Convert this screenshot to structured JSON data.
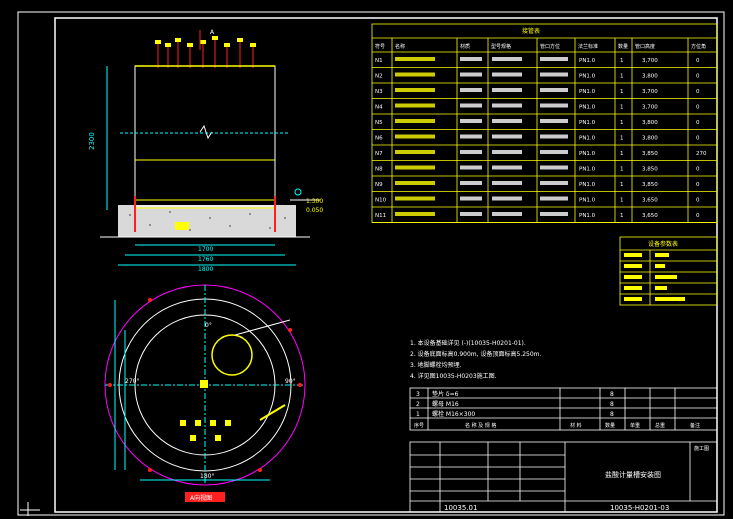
{
  "colors": {
    "bg": "#000000",
    "frame": "#ffffff",
    "table": "#ffff00",
    "tank": "#00ffff",
    "dim": "#00ffff",
    "red": "#ff2020",
    "magenta": "#ff00ff",
    "green": "#00ff00",
    "yellow": "#ffff00",
    "text": "#ffffff"
  },
  "nozzle_table": {
    "title": "接管表",
    "headers": [
      "符号",
      "名称",
      "材质",
      "型号规格",
      "管口方位",
      "法兰标准",
      "数量",
      "管口高度",
      "方位角"
    ],
    "rows": [
      {
        "mark": "N1",
        "qty": "1",
        "height": "3,700",
        "angle": "0"
      },
      {
        "mark": "N2",
        "qty": "1",
        "height": "3,800",
        "angle": "0"
      },
      {
        "mark": "N3",
        "qty": "1",
        "height": "3,700",
        "angle": "0"
      },
      {
        "mark": "N4",
        "qty": "1",
        "height": "3,700",
        "angle": "0"
      },
      {
        "mark": "N5",
        "qty": "1",
        "height": "3,800",
        "angle": "0"
      },
      {
        "mark": "N6",
        "qty": "1",
        "height": "3,800",
        "angle": "0"
      },
      {
        "mark": "N7",
        "qty": "1",
        "height": "3,850",
        "angle": "270"
      },
      {
        "mark": "N8",
        "qty": "1",
        "height": "3,850",
        "angle": "0"
      },
      {
        "mark": "N9",
        "qty": "1",
        "height": "3,850",
        "angle": "0"
      },
      {
        "mark": "N10",
        "qty": "1",
        "height": "3,650",
        "angle": "0"
      },
      {
        "mark": "N11",
        "qty": "1",
        "height": "3,650",
        "angle": "0"
      }
    ],
    "spec_codes": [
      "PN1.0",
      "PN1.0",
      "PN1.0",
      "PN1.0",
      "PN1.0",
      "PN1.0",
      "PN1.0",
      "PN1.0",
      "PN1.0",
      "PN1.0",
      "PN1.0"
    ]
  },
  "design_table": {
    "title": "设备参数表"
  },
  "elevation": {
    "height_dim": "2300",
    "diameter_labels": [
      "1700",
      "1760",
      "1800"
    ],
    "level_top": "1.300",
    "level_bot": "0.050"
  },
  "notes": {
    "lines": [
      "1. 本设备基础详见 (-)(10035-H0201-01).",
      "2. 设备底面标高0.900m, 设备顶面标高5.250m.",
      "3. 地脚螺栓均预埋.",
      "4. 详见图10035-H0203施工图."
    ]
  },
  "parts_list": {
    "rows": [
      {
        "no": "3",
        "name": "垫片 δ=6",
        "qty": "8"
      },
      {
        "no": "2",
        "name": "螺母 M16",
        "qty": "8"
      },
      {
        "no": "1",
        "name": "螺栓 M16×300",
        "qty": "8"
      }
    ],
    "header": [
      "序号",
      "名 称 及 规 格",
      "材 料",
      "数量",
      "单重",
      "总重",
      "备注"
    ]
  },
  "title_block": {
    "drawing_title": "盐酸计量槽安装图",
    "drawing_no": "10035-H0201-03",
    "project_no": "10035.01",
    "stage": "施工图"
  },
  "plan": {
    "angle_labels": [
      "0°",
      "270°",
      "90°",
      "180°"
    ],
    "scale_label": "A向视图"
  }
}
